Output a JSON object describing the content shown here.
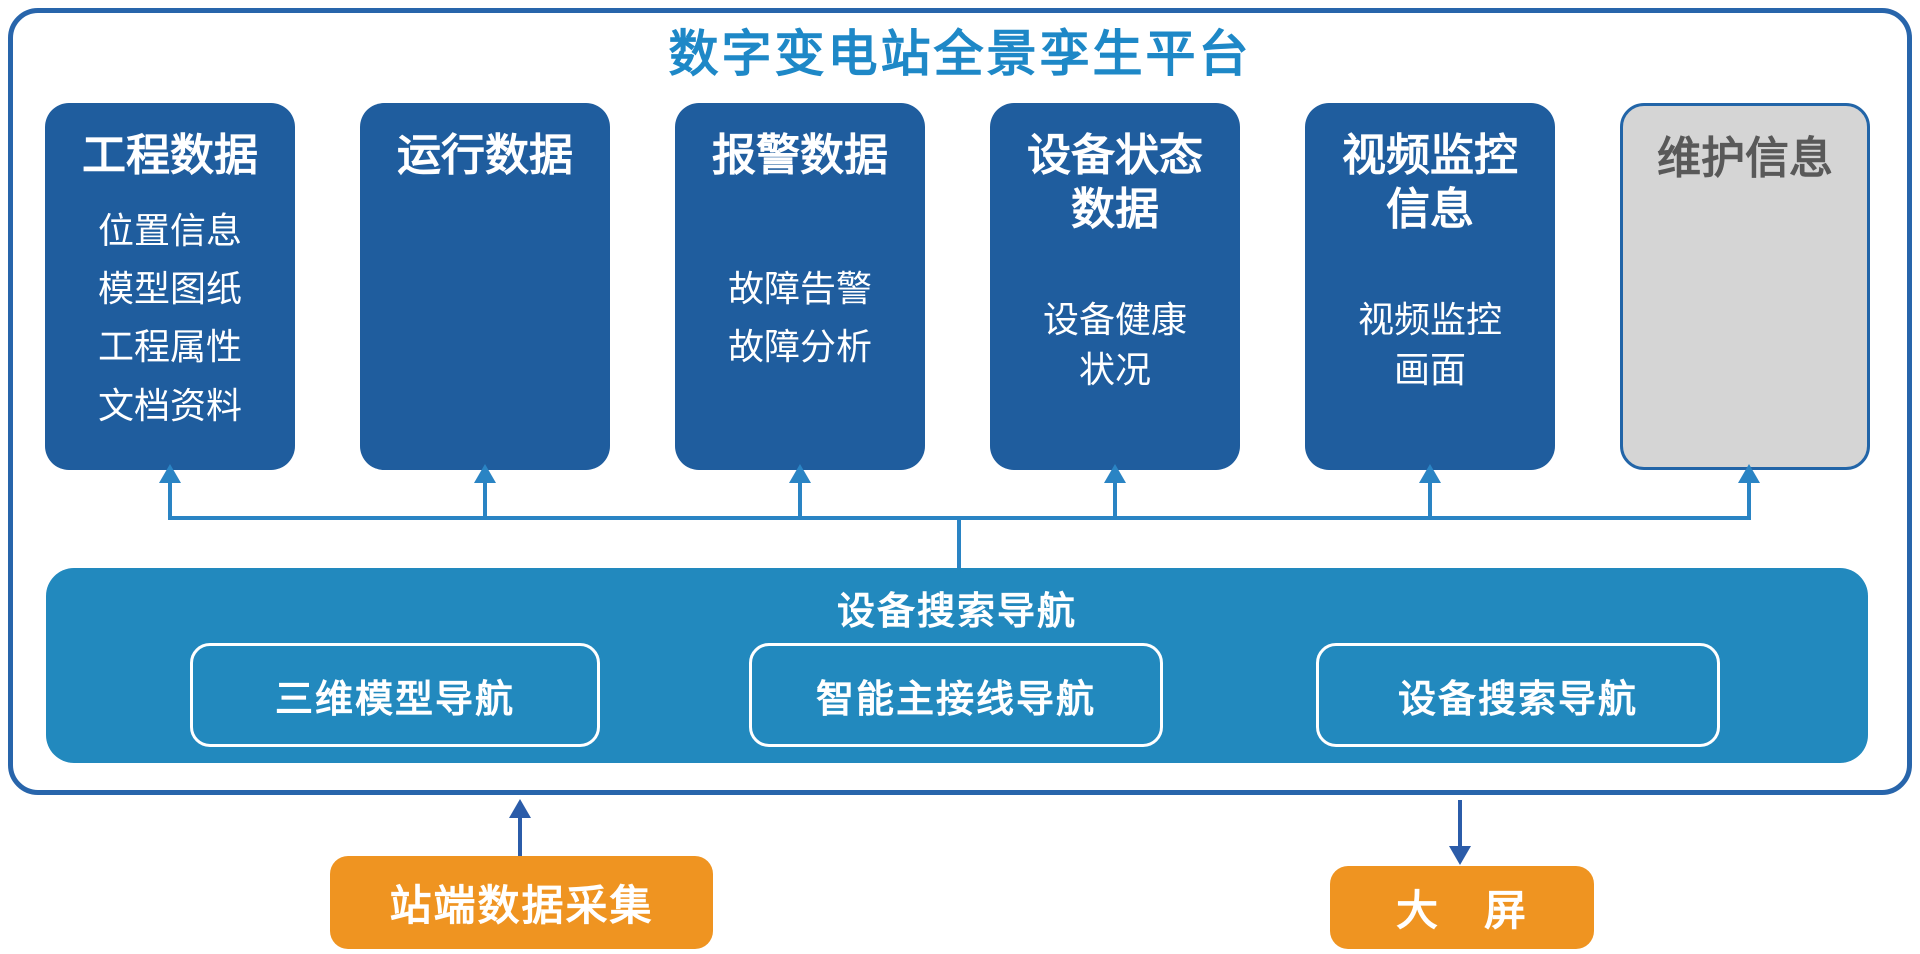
{
  "title": "数字变电站全景孪生平台",
  "cards": [
    {
      "id": "engineering-data",
      "title": "工程数据",
      "items": [
        "位置信息",
        "模型图纸",
        "工程属性",
        "文档资料"
      ],
      "style": "blue"
    },
    {
      "id": "operation-data",
      "title": "运行数据",
      "items": [],
      "style": "blue"
    },
    {
      "id": "alarm-data",
      "title": "报警数据",
      "items": [
        "故障告警",
        "故障分析"
      ],
      "style": "blue"
    },
    {
      "id": "device-status-data",
      "title": "设备状态\n数据",
      "items": [
        "设备健康\n状况"
      ],
      "style": "blue"
    },
    {
      "id": "video-monitoring-info",
      "title": "视频监控\n信息",
      "items": [
        "视频监控\n画面"
      ],
      "style": "blue"
    },
    {
      "id": "maintenance-info",
      "title": "维护信息",
      "items": [],
      "style": "gray"
    }
  ],
  "nav_bar": {
    "title": "设备搜索导航",
    "buttons": [
      "三维模型导航",
      "智能主接线导航",
      "设备搜索导航"
    ]
  },
  "bottom": {
    "left_box": "站端数据采集",
    "right_box": "大　屏"
  },
  "colors": {
    "title_blue": "#1E88C7",
    "card_blue": "#1F5D9E",
    "panel_border_blue": "#2865AB",
    "nav_bar_teal": "#2289BE",
    "connector_blue": "#2A84C4",
    "arrow_navy": "#2B5CA9",
    "orange": "#EF9421",
    "gray_card_fill": "#D5D5D5",
    "gray_card_text": "#595959"
  }
}
